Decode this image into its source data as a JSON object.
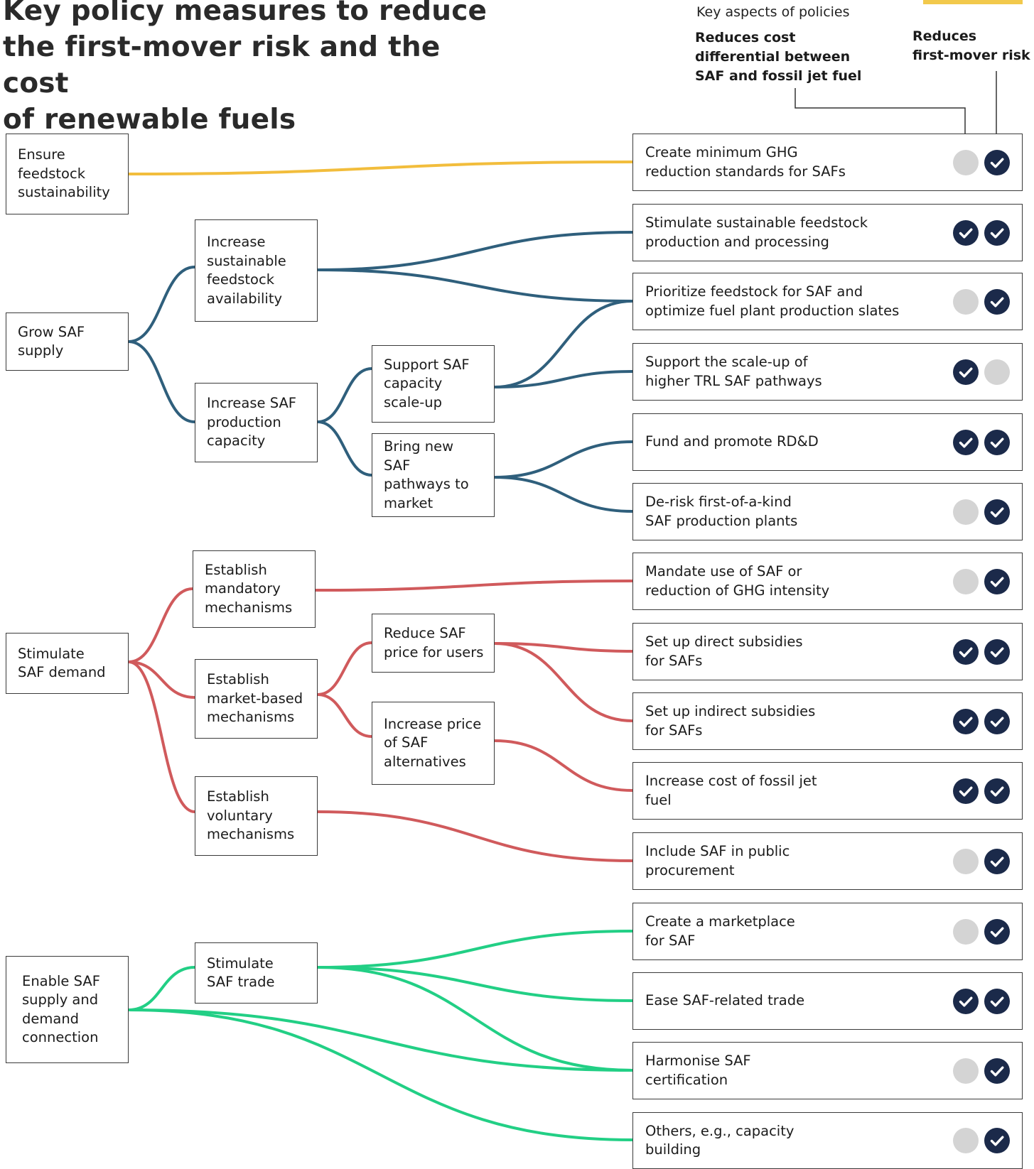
{
  "title": "Key policy measures to reduce\nthe first-mover risk and the cost\nof renewable fuels",
  "legend": {
    "heading": "Key aspects of policies",
    "cost_label": "Reduces cost\ndifferential between\nSAF and fossil jet fuel",
    "risk_label": "Reduces\nfirst-mover risk"
  },
  "colors": {
    "feedstock": "#f2bd3c",
    "supply": "#2f5f7c",
    "demand": "#d05a5c",
    "connection": "#22cf85",
    "check_on": "#1b2a4a",
    "check_off": "#d4d4d4",
    "legend_accent": "#f2c94c"
  },
  "goals": {
    "g1": "Ensure\nfeedstock\nsustainability",
    "g2": "Grow SAF\nsupply",
    "g3": "Stimulate\nSAF demand",
    "g4": "Enable SAF\nsupply and\ndemand\nconnection"
  },
  "sub_goals": {
    "s1": "Increase\nsustainable\nfeedstock\navailability",
    "s2": "Increase SAF\nproduction\ncapacity",
    "s3": "Establish\nmandatory\nmechanisms",
    "s4": "Establish\nmarket-based\nmechanisms",
    "s5": "Establish\nvoluntary\nmechanisms",
    "s6": "Stimulate\nSAF trade"
  },
  "actions": {
    "a1": "Support SAF\ncapacity\nscale-up",
    "a2": "Bring new SAF\npathways to\nmarket",
    "a3": "Reduce SAF\nprice for users",
    "a4": "Increase price\nof SAF\nalternatives"
  },
  "policies": [
    {
      "label": "Create minimum GHG\nreduction standards for SAFs",
      "reduces_cost": false,
      "reduces_risk": true
    },
    {
      "label": "Stimulate sustainable feedstock\nproduction and processing",
      "reduces_cost": true,
      "reduces_risk": true
    },
    {
      "label": "Prioritize feedstock for SAF and\noptimize fuel plant production slates",
      "reduces_cost": false,
      "reduces_risk": true
    },
    {
      "label": "Support the scale-up of\nhigher TRL SAF pathways",
      "reduces_cost": true,
      "reduces_risk": false
    },
    {
      "label": "Fund and promote RD&D",
      "reduces_cost": true,
      "reduces_risk": true
    },
    {
      "label": "De-risk first-of-a-kind\nSAF production plants",
      "reduces_cost": false,
      "reduces_risk": true
    },
    {
      "label": "Mandate use of SAF or\nreduction of GHG intensity",
      "reduces_cost": false,
      "reduces_risk": true
    },
    {
      "label": "Set up direct subsidies\nfor SAFs",
      "reduces_cost": true,
      "reduces_risk": true
    },
    {
      "label": "Set up indirect subsidies\nfor SAFs",
      "reduces_cost": true,
      "reduces_risk": true
    },
    {
      "label": "Increase cost of fossil jet\nfuel",
      "reduces_cost": true,
      "reduces_risk": true
    },
    {
      "label": "Include SAF in public\nprocurement",
      "reduces_cost": false,
      "reduces_risk": true
    },
    {
      "label": "Create a marketplace\nfor SAF",
      "reduces_cost": false,
      "reduces_risk": true
    },
    {
      "label": "Ease SAF-related trade",
      "reduces_cost": true,
      "reduces_risk": true
    },
    {
      "label": "Harmonise SAF\ncertification",
      "reduces_cost": false,
      "reduces_risk": true
    },
    {
      "label": "Others, e.g., capacity\nbuilding",
      "reduces_cost": false,
      "reduces_risk": true
    }
  ]
}
